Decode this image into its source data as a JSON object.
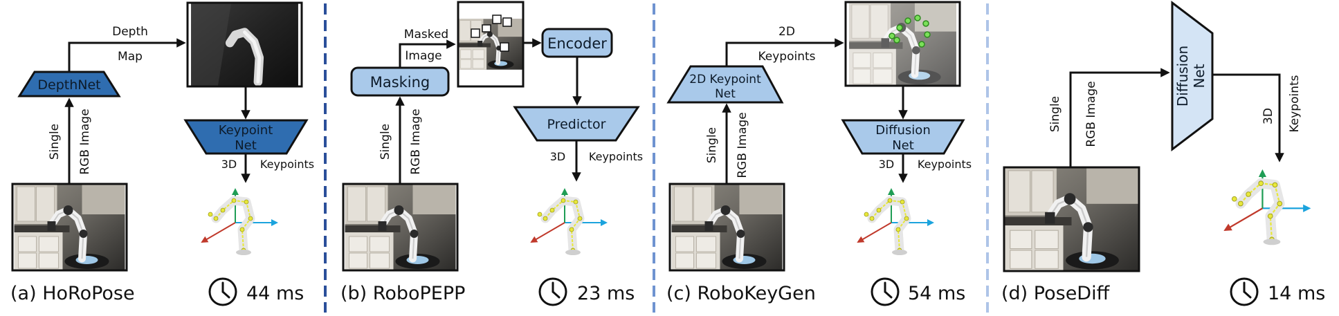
{
  "panels": [
    {
      "caption": "(a) HoRoPose",
      "time": "44 ms",
      "blocks": [
        "DepthNet",
        "Keypoint",
        "Net"
      ],
      "edges": [
        "Single",
        "RGB Image",
        "Depth",
        "Map",
        "3D",
        "Keypoints"
      ]
    },
    {
      "caption": "(b) RoboPEPP",
      "time": "23 ms",
      "blocks": [
        "Masking",
        "Encoder",
        "Predictor"
      ],
      "edges": [
        "Single",
        "RGB Image",
        "Masked",
        "Image",
        "3D",
        "Keypoints"
      ]
    },
    {
      "caption": "(c) RoboKeyGen",
      "time": "54 ms",
      "blocks": [
        "2D Keypoint",
        "Net",
        "Diffusion",
        "Net"
      ],
      "edges": [
        "Single",
        "RGB Image",
        "2D",
        "Keypoints",
        "3D",
        "Keypoints"
      ]
    },
    {
      "caption": "(d) PoseDiff",
      "time": "14 ms",
      "blocks": [
        "Diffusion",
        "Net"
      ],
      "edges": [
        "Single",
        "RGB Image",
        "3D",
        "Keypoints"
      ]
    }
  ],
  "colors": {
    "dark_block": "#2f6db0",
    "light_block": "#a9c9ea",
    "lighter_block": "#d4e4f5",
    "divider_a": "#2b4f9a",
    "divider_b": "#6f93d0",
    "divider_c": "#aec4e8",
    "axis_x": "#1ba3dd",
    "axis_y": "#1f9d55",
    "axis_z": "#c0392b",
    "keypoint": "#e8e83a"
  }
}
